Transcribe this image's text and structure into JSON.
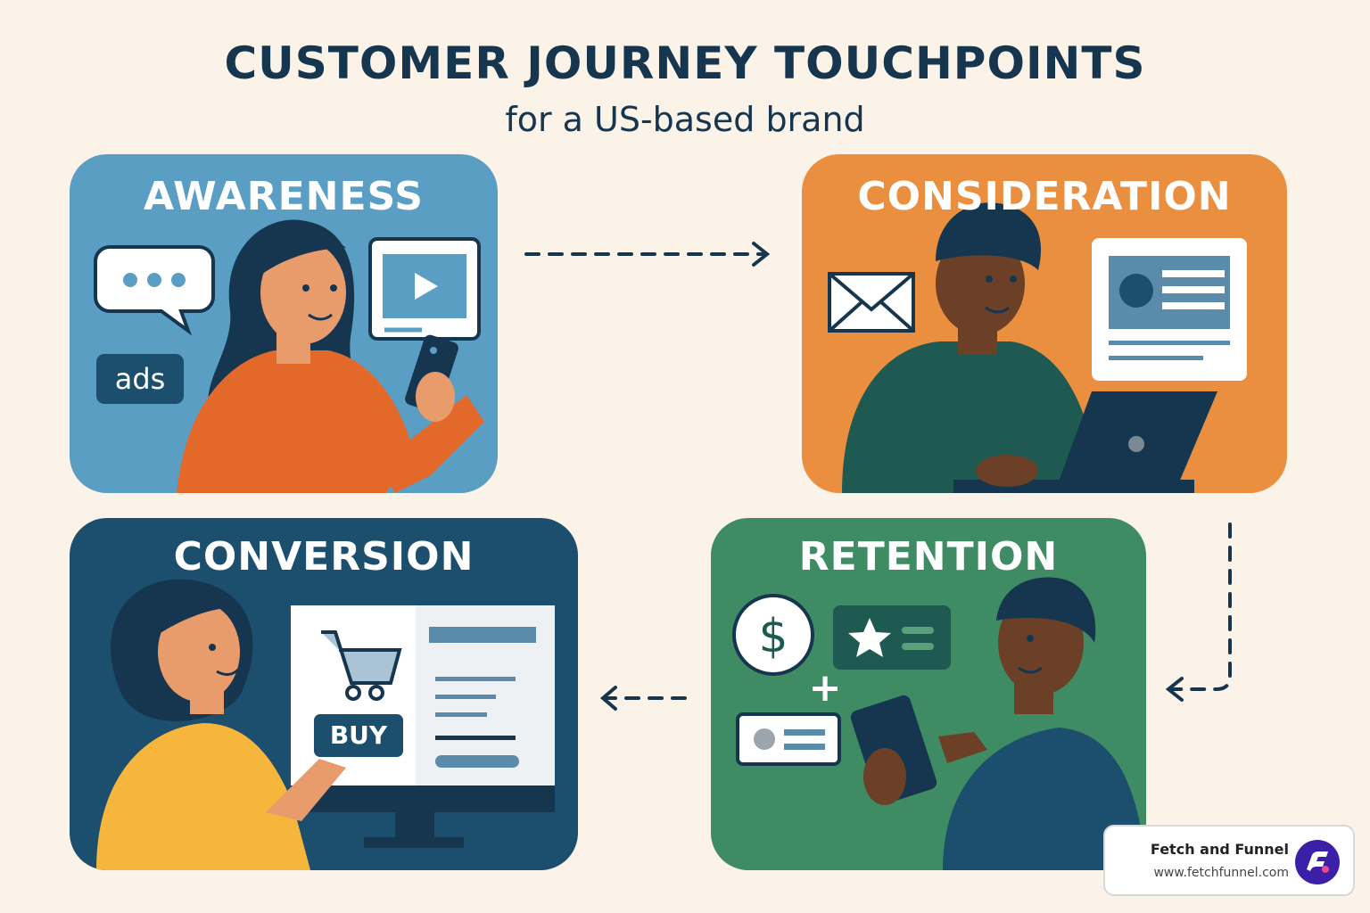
{
  "title": "CUSTOMER JOURNEY TOUCHPOINTS",
  "subtitle": "for a US-based brand",
  "stages": [
    {
      "label": "AWARENESS",
      "color": "#5a9ec4"
    },
    {
      "label": "CONSIDERATION",
      "color": "#ea8f3f"
    },
    {
      "label": "CONVERSION",
      "color": "#1c4e6e"
    },
    {
      "label": "RETENTION",
      "color": "#3f8b63"
    }
  ],
  "awareness": {
    "ads_label": "ads",
    "icons": [
      "chat-bubble-icon",
      "video-player-icon",
      "smartphone-icon"
    ]
  },
  "consideration": {
    "icons": [
      "envelope-icon",
      "article-card-icon",
      "laptop-icon"
    ]
  },
  "conversion": {
    "buy_label": "BUY",
    "icons": [
      "shopping-cart-icon",
      "monitor-icon"
    ]
  },
  "retention": {
    "plus_label": "+",
    "dollar_label": "$",
    "icons": [
      "dollar-coin-icon",
      "star-card-icon",
      "id-card-icon",
      "tablet-icon"
    ]
  },
  "brand": {
    "name": "Fetch and Funnel",
    "url": "www.fetchfunnel.com",
    "logo": "fetch-funnel-logo-icon"
  }
}
